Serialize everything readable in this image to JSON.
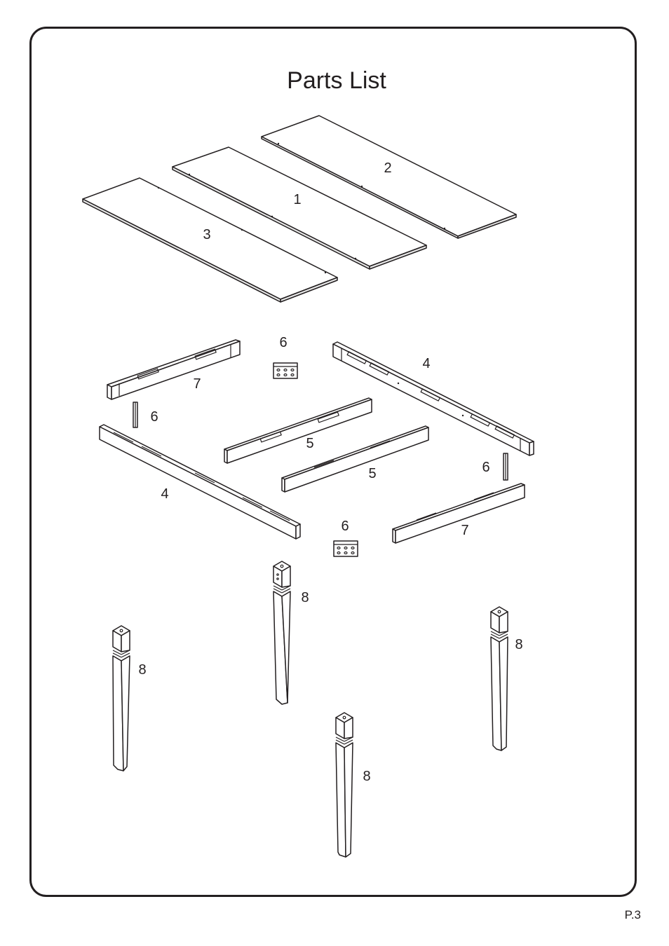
{
  "title": "Parts List",
  "page_number": "P.3",
  "labels": {
    "board_1": "1",
    "board_2": "2",
    "board_3": "3",
    "rail_4_top": "4",
    "rail_4_bottom": "4",
    "rail_5_upper": "5",
    "rail_5_lower": "5",
    "rail_7_left": "7",
    "rail_7_right": "7",
    "block_6_top": "6",
    "block_6_left": "6",
    "block_6_right": "6",
    "block_6_bottom": "6",
    "leg_8_center": "8",
    "leg_8_left": "8",
    "leg_8_right": "8",
    "leg_8_bottom": "8"
  }
}
